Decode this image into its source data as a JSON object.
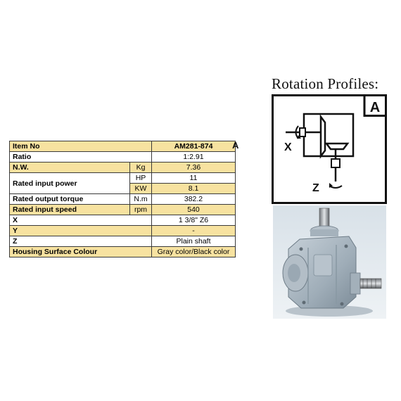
{
  "spec": {
    "rows": [
      {
        "label": "Item No",
        "value": "AM281-874"
      },
      {
        "label": "Ratio",
        "value": "1:2.91"
      },
      {
        "label": "N.W.",
        "unit": "Kg",
        "value": "7.36"
      },
      {
        "label": "Rated input power",
        "unit_hp": "HP",
        "value_hp": "11",
        "unit_kw": "KW",
        "value_kw": "8.1"
      },
      {
        "label": "Rated output torque",
        "unit": "N.m",
        "value": "382.2"
      },
      {
        "label": "Rated input speed",
        "unit": "rpm",
        "value": "540"
      },
      {
        "label": "X",
        "value": "1 3/8\" Z6"
      },
      {
        "label": "Y",
        "value": "-"
      },
      {
        "label": "Z",
        "value": "Plain shaft"
      },
      {
        "label": "Housing Surface Colour",
        "value": "Gray color/Black color"
      }
    ],
    "profile_letter": "A"
  },
  "rotation": {
    "title": "Rotation Profiles:",
    "profile": "A",
    "axis_x": "X",
    "axis_z": "Z"
  },
  "colors": {
    "table_highlight": "#f7e2a0",
    "housing_gray": "#a9b5bf"
  },
  "icons": {
    "gear_diagram": "bevel-gear-diagram-icon",
    "rotation_arrow": "rotation-arrow-icon",
    "gearbox_photo": "gearbox-photo"
  }
}
